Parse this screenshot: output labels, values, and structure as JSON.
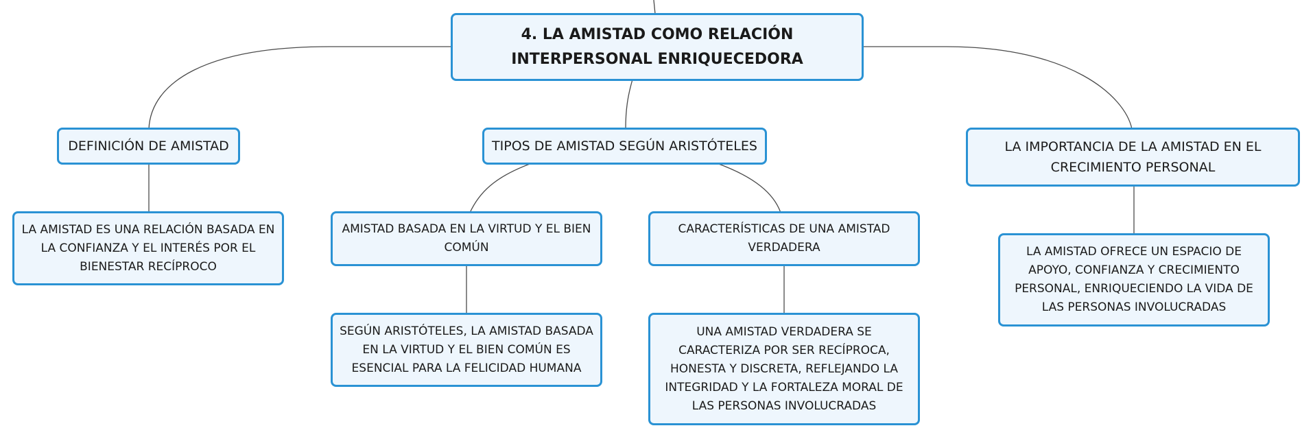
{
  "nodes": {
    "root": "4. LA AMISTAD COMO RELACIÓN INTERPERSONAL ENRIQUECEDORA",
    "definicion": "DEFINICIÓN DE AMISTAD",
    "definicion_detail": "LA AMISTAD ES UNA RELACIÓN BASADA EN LA CONFIANZA Y EL INTERÉS POR EL BIENESTAR RECÍPROCO",
    "tipos": "TIPOS DE AMISTAD SEGÚN ARISTÓTELES",
    "virtud": "AMISTAD BASADA EN LA VIRTUD Y EL BIEN COMÚN",
    "virtud_detail": "SEGÚN ARISTÓTELES, LA AMISTAD BASADA EN LA VIRTUD Y EL BIEN COMÚN ES ESENCIAL PARA LA FELICIDAD HUMANA",
    "caracteristicas": "CARACTERÍSTICAS DE UNA AMISTAD VERDADERA",
    "caracteristicas_detail": "UNA AMISTAD VERDADERA SE CARACTERIZA POR SER RECÍPROCA, HONESTA Y DISCRETA, REFLEJANDO LA INTEGRIDAD Y LA FORTALEZA MORAL DE LAS PERSONAS INVOLUCRADAS",
    "importancia": "LA IMPORTANCIA DE LA AMISTAD EN EL CRECIMIENTO PERSONAL",
    "importancia_detail": "LA AMISTAD OFRECE UN ESPACIO DE APOYO, CONFIANZA Y CRECIMIENTO PERSONAL, ENRIQUECIENDO LA VIDA DE LAS PERSONAS INVOLUCRADAS"
  },
  "colors": {
    "border": "#2a92d4",
    "fill": "#eef6fd",
    "connector": "#4a4a4a"
  }
}
